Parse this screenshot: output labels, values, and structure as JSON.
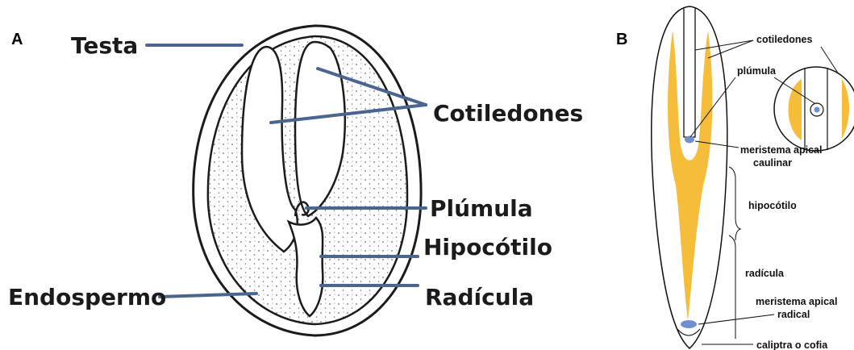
{
  "panel_a": {
    "letter": "A",
    "labels": {
      "testa": "Testa",
      "cotiledones": "Cotiledones",
      "plumula": "Plúmula",
      "hipocotilo": "Hipocótilo",
      "endospermo": "Endospermo",
      "radicula": "Radícula"
    },
    "colors": {
      "leader": "#4a6690",
      "ink": "#1b1b1b"
    }
  },
  "panel_b": {
    "letter": "B",
    "labels": {
      "cotiledones": "cotiledones",
      "plumula": "plúmula",
      "meristema_caulinar_1": "meristema apical",
      "meristema_caulinar_2": "caulinar",
      "hipocotilo": "hipocótilo",
      "radicula": "radícula",
      "meristema_radical_1": "meristema apical",
      "meristema_radical_2": "radical",
      "caliptra": "caliptra o cofia"
    },
    "colors": {
      "tissue": "#f6bd3b",
      "meristem": "#6f8fcf"
    }
  }
}
